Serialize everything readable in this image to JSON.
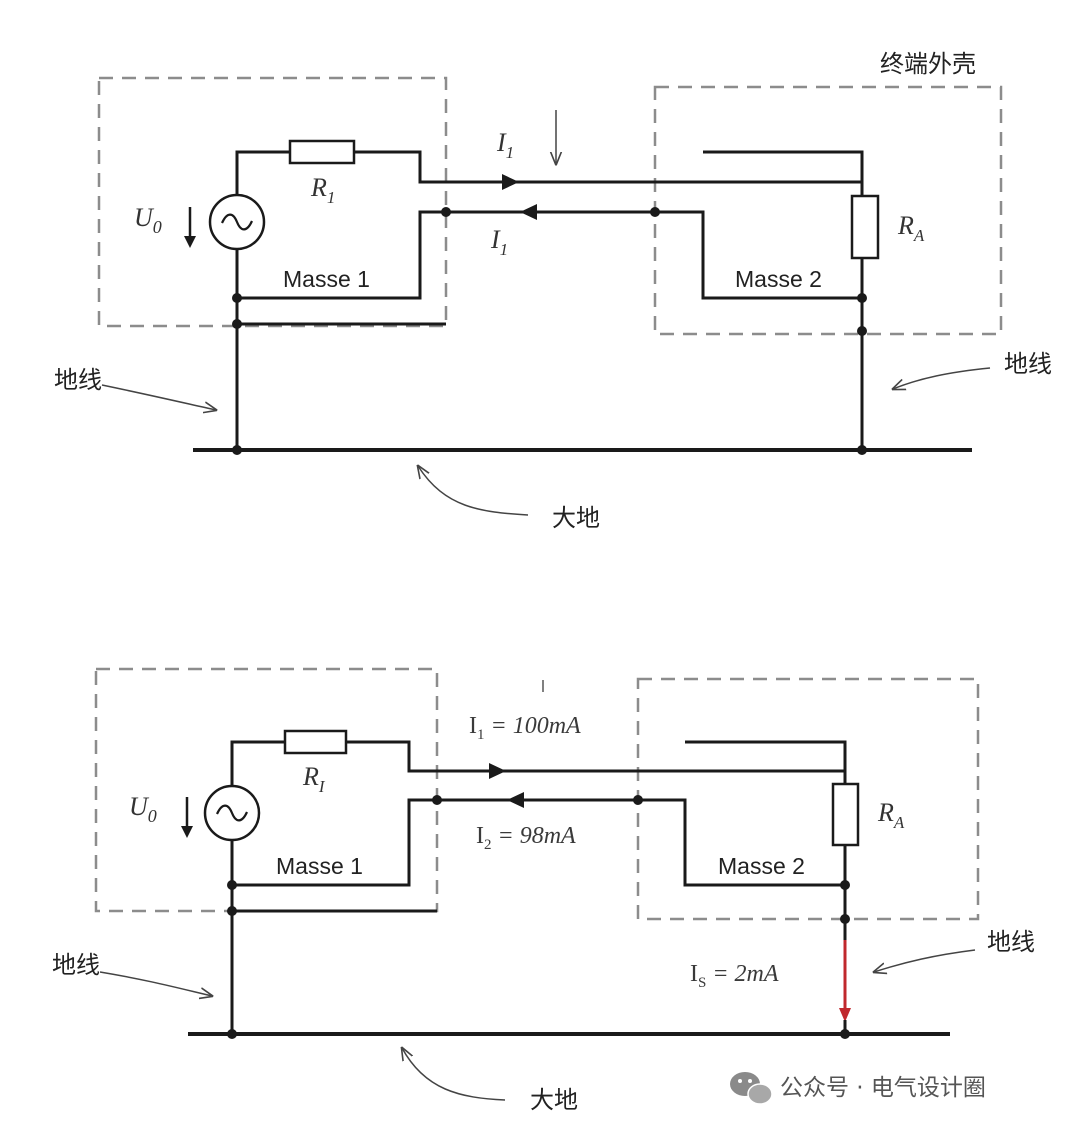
{
  "top": {
    "enclosure_label": "终端外壳",
    "source_label": "U",
    "source_sub": "0",
    "r1_label": "R",
    "r1_sub": "1",
    "ra_label": "R",
    "ra_sub": "A",
    "i_top": "I",
    "i_top_sub": "1",
    "i_bot": "I",
    "i_bot_sub": "1",
    "mass1": "Masse 1",
    "mass2": "Masse 2",
    "ground_left": "地线",
    "ground_right": "地线",
    "earth": "大地"
  },
  "bottom": {
    "source_label": "U",
    "source_sub": "0",
    "r1_label": "R",
    "r1_sub": "I",
    "ra_label": "R",
    "ra_sub": "A",
    "i1_main": "I",
    "i1_sub": "1",
    "i1_value": " = 100mA",
    "i2_main": "I",
    "i2_sub": "2",
    "i2_value": " = 98mA",
    "is_main": "I",
    "is_sub": "S",
    "is_value": " = 2mA",
    "mass1": "Masse 1",
    "mass2": "Masse 2",
    "ground_left": "地线",
    "ground_right": "地线",
    "earth": "大地"
  },
  "watermark": {
    "text": "公众号 · 电气设计圈",
    "icon": "wechat-icon"
  },
  "colors": {
    "wire": "#1a1a1a",
    "enclosure": "#8c8c8c",
    "leak_current": "#c0282d",
    "current_label": "#3f4a6e"
  }
}
